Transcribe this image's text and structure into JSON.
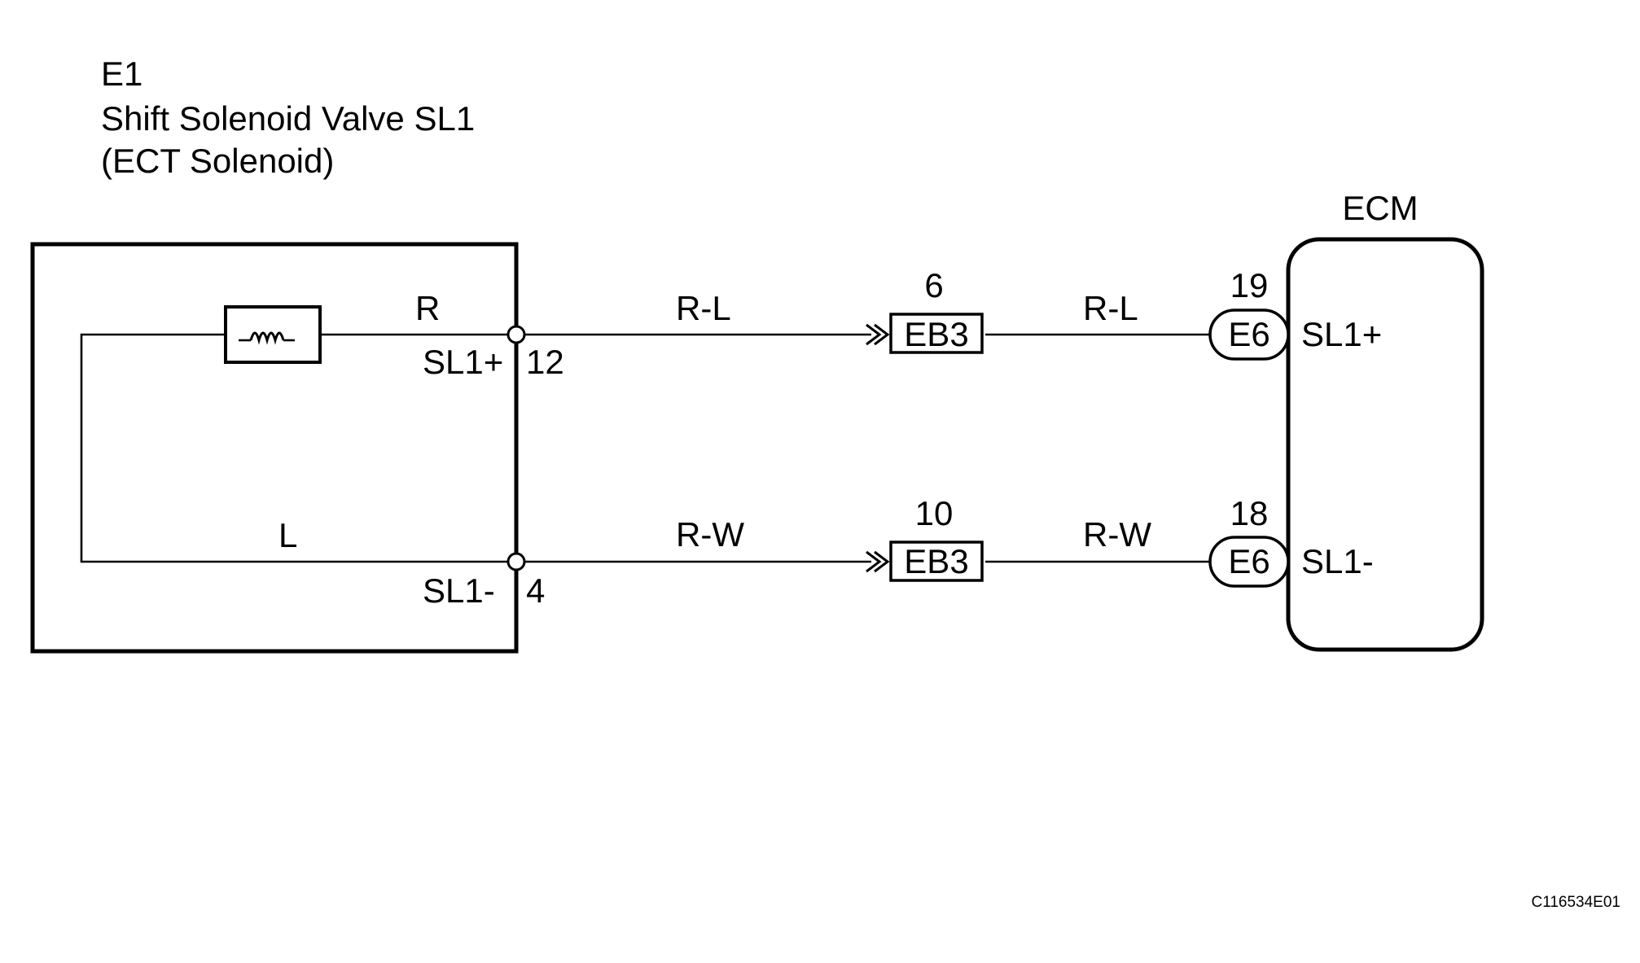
{
  "component": {
    "code": "E1",
    "name": "Shift Solenoid Valve SL1",
    "subname": "(ECT Solenoid)",
    "wire_top_color": "R",
    "wire_bottom_color": "L",
    "pin_top_label": "SL1+",
    "pin_top_number": "12",
    "pin_bottom_label": "SL1-",
    "pin_bottom_number": "4"
  },
  "harness": {
    "top_wire_left": "R-L",
    "top_wire_right": "R-L",
    "bottom_wire_left": "R-W",
    "bottom_wire_right": "R-W"
  },
  "junction_connectors": [
    {
      "pin": "6",
      "name": "EB3"
    },
    {
      "pin": "10",
      "name": "EB3"
    }
  ],
  "ecm": {
    "title": "ECM",
    "connectors": [
      {
        "pin": "19",
        "name": "E6",
        "terminal": "SL1+"
      },
      {
        "pin": "18",
        "name": "E6",
        "terminal": "SL1-"
      }
    ]
  },
  "figure_id": "C116534E01"
}
